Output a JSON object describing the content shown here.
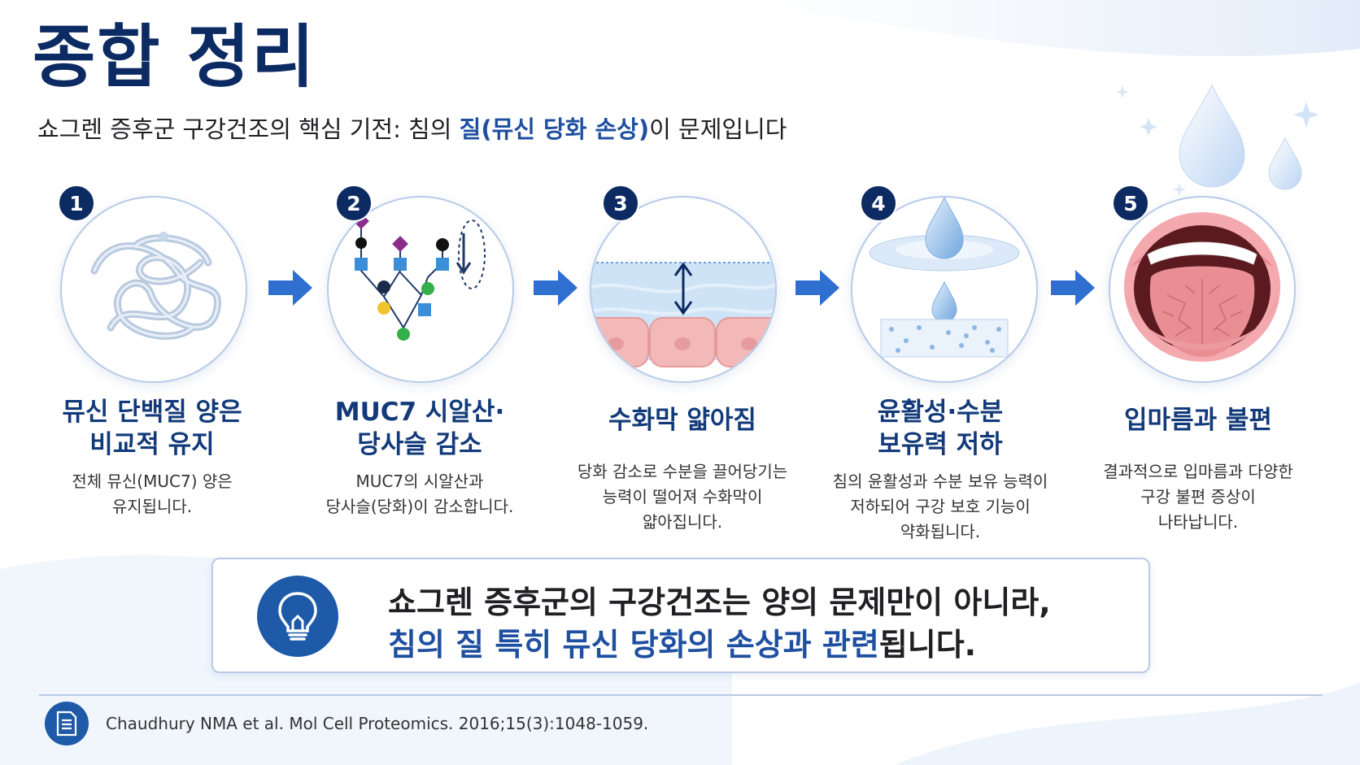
{
  "title": "종합 정리",
  "subtitle": {
    "prefix": "쇼그렌 증후군 구강건조의 핵심 기전:  침의 ",
    "highlight": "질(뮤신 당화 손상)",
    "suffix": "이 문제입니다"
  },
  "steps": [
    {
      "number": "1",
      "title_line1": "뮤신 단백질 양은",
      "title_line2": "비교적 유지",
      "desc_line1": "전체 뮤신(MUC7) 양은",
      "desc_line2": "유지됩니다.",
      "desc_line3": ""
    },
    {
      "number": "2",
      "title_line1": "MUC7 시알산·",
      "title_line2": "당사슬 감소",
      "desc_line1": "MUC7의 시알산과",
      "desc_line2": "당사슬(당화)이 감소합니다.",
      "desc_line3": ""
    },
    {
      "number": "3",
      "title_line1": "수화막 얇아짐",
      "title_line2": "",
      "desc_line1": "당화 감소로 수분을 끌어당기는",
      "desc_line2": "능력이 떨어져 수화막이",
      "desc_line3": "얇아집니다."
    },
    {
      "number": "4",
      "title_line1": "윤활성·수분",
      "title_line2": "보유력 저하",
      "desc_line1": "침의 윤활성과 수분 보유 능력이",
      "desc_line2": "저하되어 구강 보호 기능이",
      "desc_line3": "약화됩니다."
    },
    {
      "number": "5",
      "title_line1": "입마름과 불편",
      "title_line2": "",
      "desc_line1": "결과적으로 입마름과 다양한",
      "desc_line2": "구강 불편 증상이",
      "desc_line3": "나타납니다."
    }
  ],
  "callout": {
    "line1": "쇼그렌 증후군의 구강건조는 양의 문제만이 아니라,",
    "line2_highlight": "침의 질 특히 뮤신 당화의 손상과 관련",
    "line2_suffix": "됩니다."
  },
  "reference": "Chaudhury NMA et al. Mol Cell Proteomics. 2016;15(3):1048-1059.",
  "colors": {
    "navy": "#0d2b63",
    "accent": "#1e4fa0",
    "arrow": "#2f6fd0"
  }
}
